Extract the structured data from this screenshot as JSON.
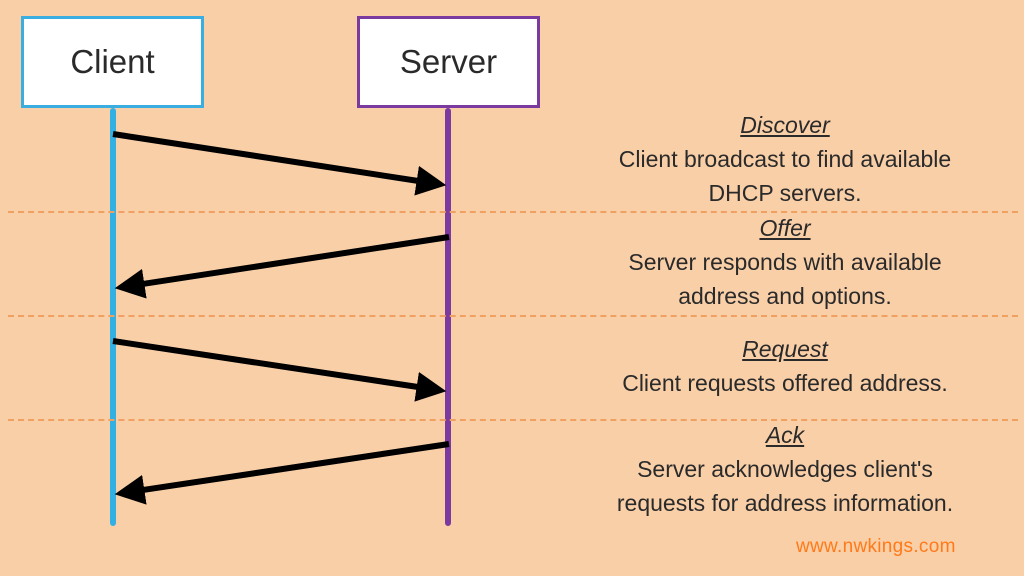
{
  "actors": {
    "client": "Client",
    "server": "Server"
  },
  "messages": [
    {
      "title": "Discover",
      "desc": "Client broadcast to find available\nDHCP servers.",
      "direction": "client-to-server"
    },
    {
      "title": "Offer",
      "desc": "Server responds with available\naddress and options.",
      "direction": "server-to-client"
    },
    {
      "title": "Request",
      "desc": "Client requests offered address.",
      "direction": "client-to-server"
    },
    {
      "title": "Ack",
      "desc": "Server acknowledges client's\nrequests for address information.",
      "direction": "server-to-client"
    }
  ],
  "watermark": "www.nwkings.com",
  "colors": {
    "background": "#f9cfa8",
    "client": "#33b0e3",
    "server": "#7b3aa0",
    "arrow": "#000000",
    "divider": "#f0a060",
    "watermark": "#ff7a1a"
  }
}
